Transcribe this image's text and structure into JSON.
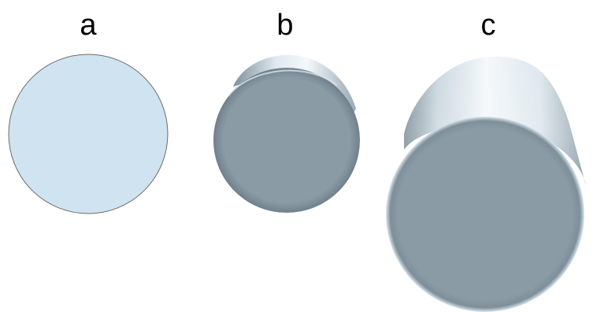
{
  "figure": {
    "panels": [
      {
        "id": "a",
        "label": "a",
        "shape": "flat disc",
        "fill_color": "#cfe3f1",
        "outline_color": "#6b6b6b"
      },
      {
        "id": "b",
        "label": "b",
        "shape": "short cylinder viewed end-on",
        "face_color": "#8a9ba6"
      },
      {
        "id": "c",
        "label": "c",
        "shape": "long cylinder viewed end-on",
        "face_color": "#8a9ba6"
      }
    ],
    "colors": {
      "background": "#ffffff",
      "light_blue": "#cfe3f1",
      "slate": "#8a9ba6",
      "highlight": "#eef5f9"
    }
  }
}
